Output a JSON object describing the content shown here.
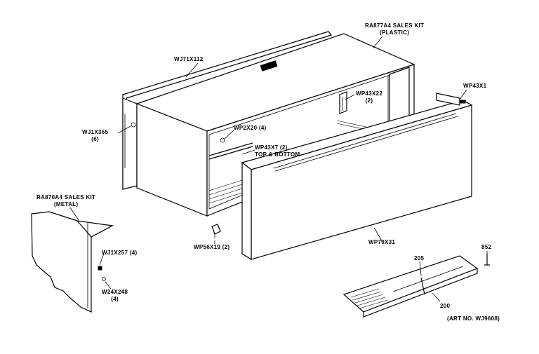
{
  "labels": {
    "ra877": {
      "line1": "RA877A4 SALES KIT",
      "line2": "(PLASTIC)"
    },
    "wj71": {
      "text": "WJ71X112"
    },
    "wp43x22": {
      "line1": "WP43X22",
      "line2": "(2)"
    },
    "wp43x1": {
      "text": "WP43X1"
    },
    "wj1x365": {
      "line1": "WJ1X365",
      "line2": "(6)"
    },
    "wp2x20": {
      "text": "WP2X20 (4)"
    },
    "wp43x7": {
      "line1": "WP43X7 (2)",
      "line2": "TOP & BOTTOM"
    },
    "ra870": {
      "line1": "RA870A4 SALES KIT",
      "line2": "(METAL)"
    },
    "wj1x257": {
      "text": "WJ1X257 (4)"
    },
    "wp56x19": {
      "text": "WP56X19 (2)"
    },
    "wp70x31": {
      "text": "WP70X31"
    },
    "w24x248": {
      "line1": "W24X248",
      "line2": "(4)"
    },
    "p852": {
      "text": "852"
    },
    "p205": {
      "text": "205"
    },
    "p200": {
      "text": "200"
    },
    "art": {
      "text": "(ART NO. WJ9608)"
    }
  }
}
